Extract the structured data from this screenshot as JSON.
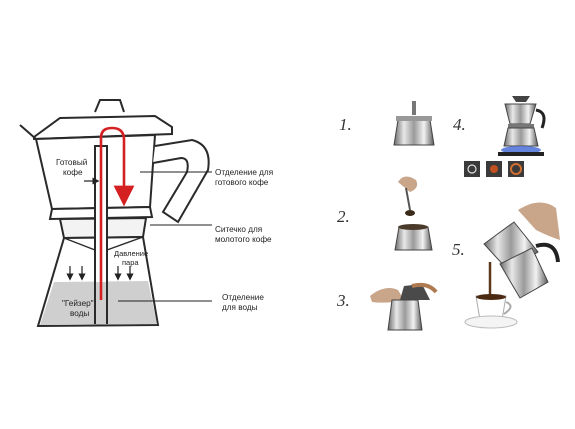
{
  "diagram": {
    "labels": {
      "ready_coffee": [
        "Готовый",
        "кофе"
      ],
      "ready_compartment": [
        "Отделение для",
        "готового кофе"
      ],
      "filter": [
        "Ситечко  для",
        "молотого кофе"
      ],
      "steam_pressure": [
        "Давление",
        "пара"
      ],
      "geyser": [
        "\"Гейзер\"",
        "воды"
      ],
      "water_compartment": [
        "Отделение",
        "для воды"
      ]
    },
    "colors": {
      "outline": "#2a2a2a",
      "water": "#cfcfcf",
      "flow_arrow": "#d42020"
    }
  },
  "steps": [
    {
      "number": "1.",
      "icon": "pot-base-icon"
    },
    {
      "number": "2.",
      "icon": "spoon-coffee-icon"
    },
    {
      "number": "3.",
      "icon": "assembling-pot-icon"
    },
    {
      "number": "4.",
      "icon": "stove-heating-icon"
    },
    {
      "number": "5.",
      "icon": "pouring-cup-icon"
    }
  ]
}
